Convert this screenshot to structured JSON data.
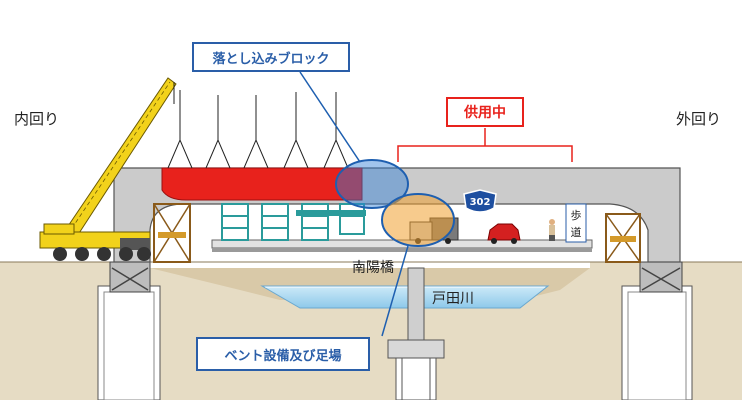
{
  "labels": {
    "inner_loop": "内回り",
    "outer_loop": "外回り",
    "drop_in_block": "落とし込みブロック",
    "in_service": "供用中",
    "route_number": "302",
    "sidewalk": "歩道",
    "bridge_name": "南陽橋",
    "river_name": "戸田川",
    "bent_scaffold": "ベント設備及び足場"
  },
  "colors": {
    "drop_in_block": "#e8221c",
    "in_service": "#e8221c",
    "callout_border": "#2a5ea8",
    "callout_text": "#2a5ea8",
    "bridge_gray": "#c9c9c9",
    "bent_teal": "#2a9b9b",
    "crane_yellow": "#f2d21b",
    "ground": "#d9c9a8",
    "water": "#a9d8f0",
    "route_shield": "#1e4fa0",
    "highlight_blue": "#2e7fd6",
    "highlight_orange": "#f0a030"
  }
}
